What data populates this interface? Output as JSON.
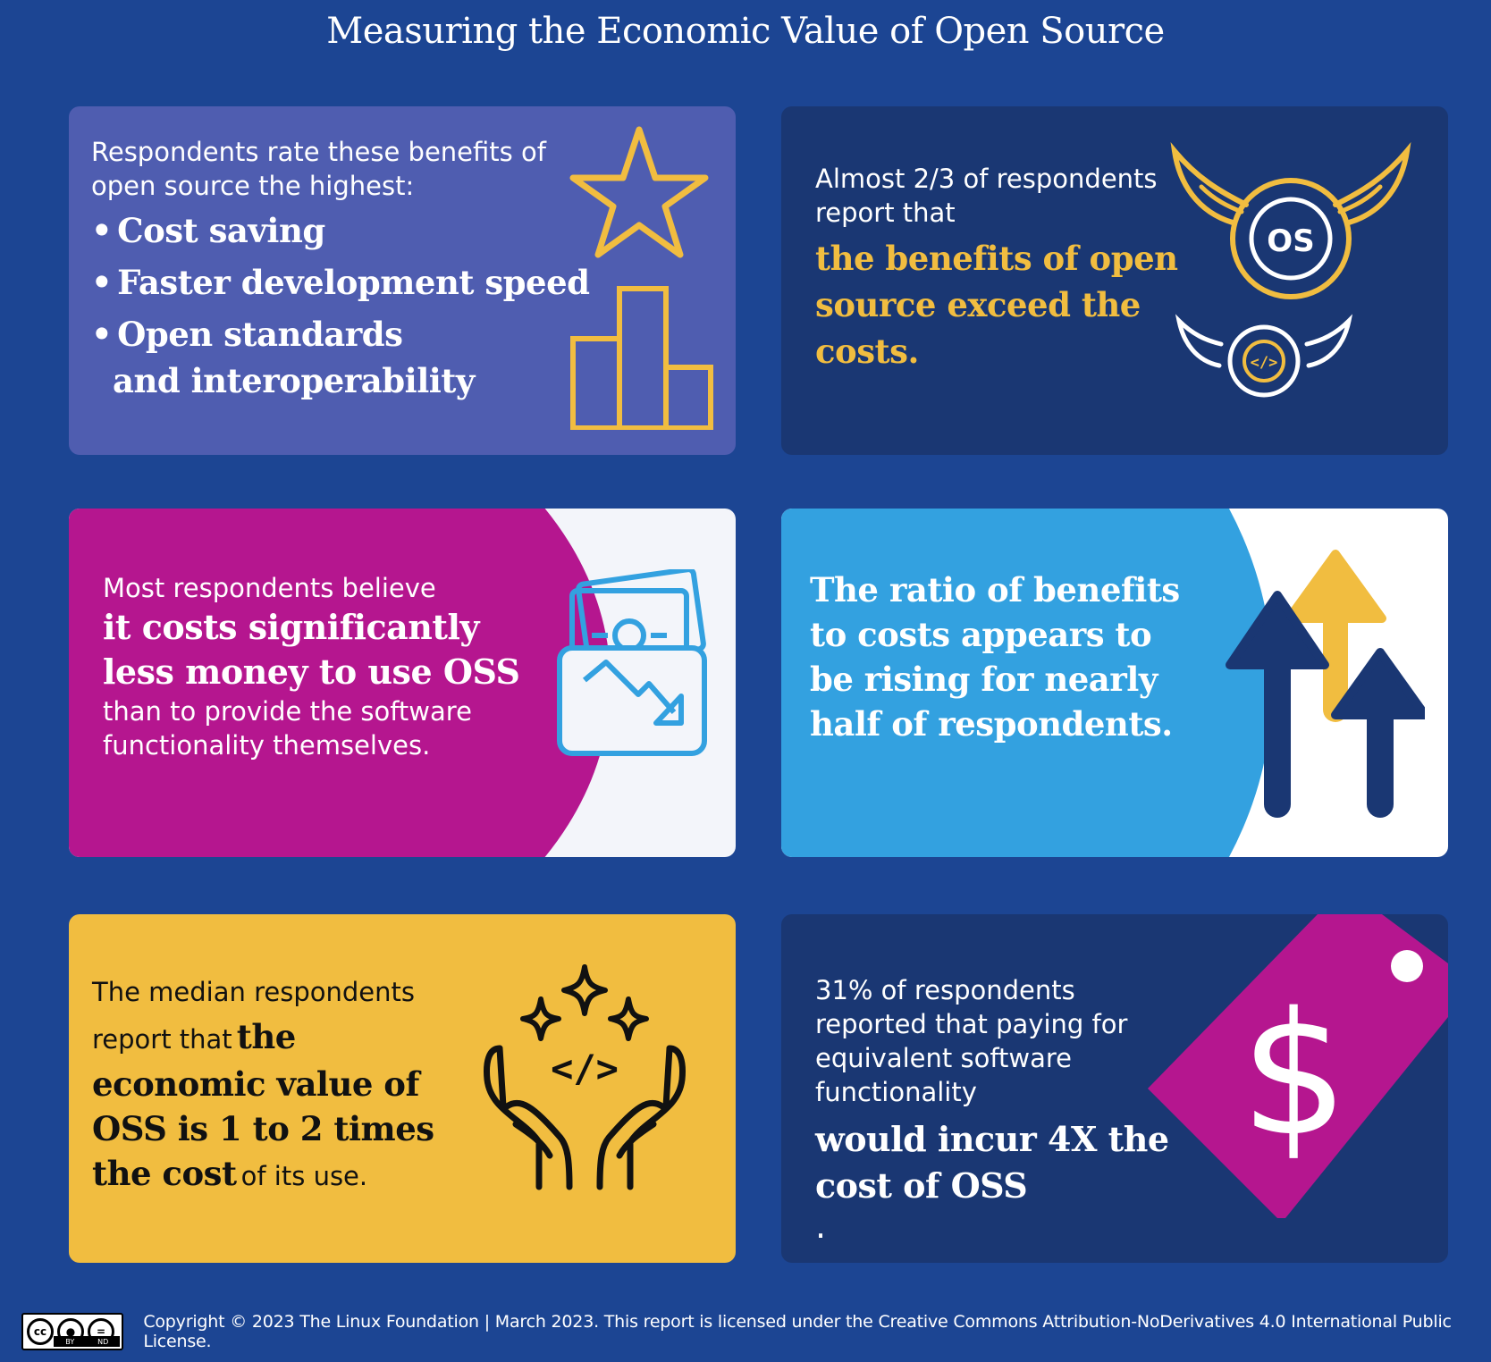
{
  "title": "Measuring the Economic Value of Open Source",
  "colors": {
    "background": "#1c4593",
    "purple_card": "#4f5db0",
    "navy_card": "#1a3773",
    "magenta": "#b5168f",
    "sky_blue": "#33a1e0",
    "gold": "#f1bd40"
  },
  "card_benefits": {
    "intro": "Respondents rate these benefits of open source the highest:",
    "items": [
      {
        "bullet": "•",
        "text": "Cost saving"
      },
      {
        "bullet": "•",
        "text": "Faster development speed"
      },
      {
        "bullet": "•",
        "text": "Open standards"
      }
    ],
    "item_continuation": "and interoperability",
    "icon": "star-podium-icon"
  },
  "card_exceed": {
    "line1": "Almost 2/3 of respondents report that",
    "highlight": "the benefits of open source exceed the costs.",
    "icon": "winged-os-coin-icon",
    "coin_label": "OS",
    "small_coin_label": "</>"
  },
  "card_costs": {
    "line1": "Most respondents believe",
    "bold": "it costs significantly less money to use OSS",
    "line2": "than to provide the software functionality themselves.",
    "icon": "wallet-money-down-icon"
  },
  "card_ratio": {
    "text": "The ratio of benefits to costs appears to be rising for nearly half of respondents.",
    "icon": "rising-arrows-icon"
  },
  "card_median": {
    "pre": "The median respondents report that",
    "bold": "the economic value of OSS is 1 to 2 times the cost",
    "post": "of its use.",
    "icon": "hands-code-sparkle-icon",
    "code_label": "</>"
  },
  "card_pay": {
    "line1": "31% of respondents reported that paying for equivalent software functionality",
    "bold": "would incur 4X the cost of OSS",
    "end": ".",
    "icon": "dollar-price-tag-icon",
    "tag_symbol": "$"
  },
  "footer": {
    "license_icon": "cc-by-nd-icon",
    "cc": "cc",
    "by": "BY",
    "nd": "ND",
    "copyright": "Copyright © 2023 The Linux Foundation | March 2023. This report is licensed under the Creative Commons Attribution-NoDerivatives 4.0 International Public License."
  }
}
